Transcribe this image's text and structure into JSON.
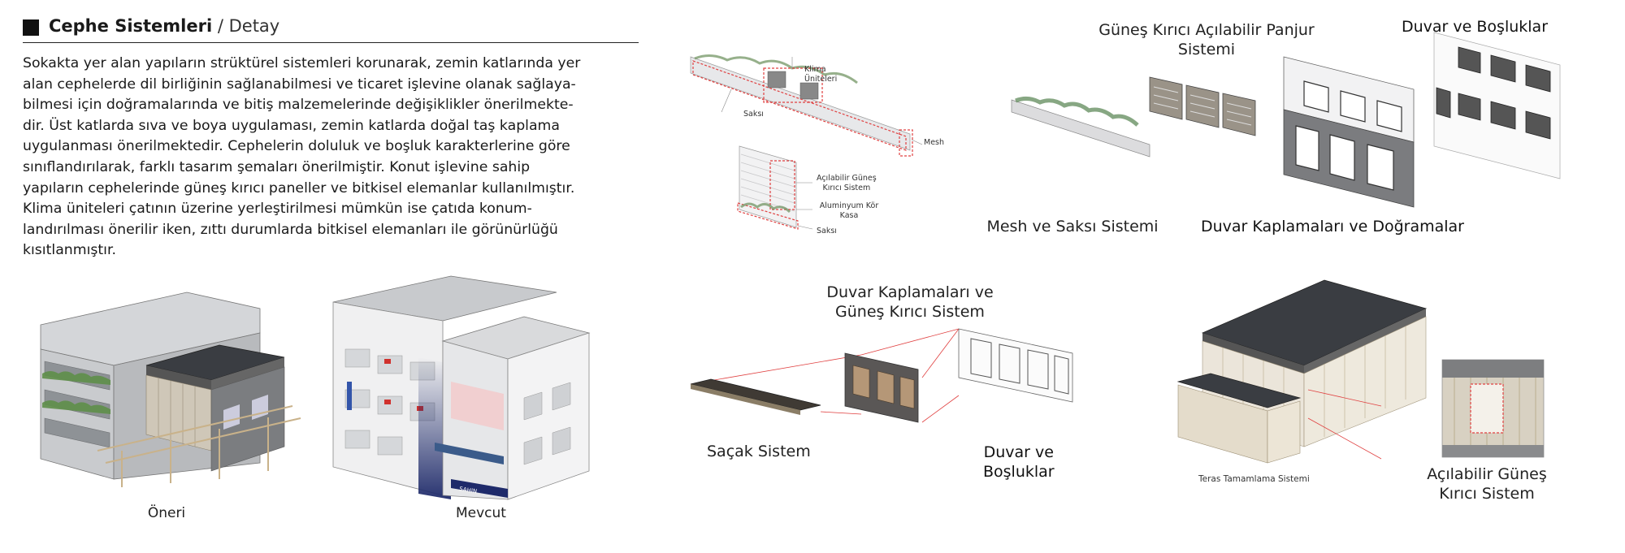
{
  "header": {
    "title": "Cephe Sistemleri",
    "subtitle": "/ Detay"
  },
  "paragraph": [
    "Sokakta yer alan yapıların strüktürel sistemleri korunarak, zemin katlarında yer",
    "alan cephelerde dil birliğinin sağlanabilmesi ve ticaret işlevine olanak sağlaya-",
    "bilmesi için doğramalarında ve bitiş malzemelerinde değişiklikler önerilmekte-",
    "dir. Üst katlarda sıva ve boya uygulaması, zemin katlarda doğal taş kaplama",
    "uygulanması önerilmektedir. Cephelerin doluluk ve boşluk karakterlerine göre",
    "sınıflandırılarak, farklı tasarım şemaları önerilmiştir. Konut işlevine sahip",
    "yapıların cephelerinde güneş kırıcı paneller ve bitkisel elemanlar kullanılmıştır.",
    "Klima üniteleri çatının üzerine yerleştirilmesi mümkün ise çatıda konum-",
    "landırılması önerilir iken, zıttı durumlarda bitkisel elemanları ile görünürlüğü",
    "kısıtlanmıştır."
  ],
  "buildings": {
    "proposal_caption": "Öneri",
    "existing_caption": "Mevcut",
    "sign_text": "SAHIN"
  },
  "mesh_detail": {
    "klima": [
      "Klima",
      "Üniteleri"
    ],
    "saksi": "Saksı",
    "mesh": "Mesh",
    "panel": [
      "Açılabilir Güneş",
      "Kırıcı Sistem"
    ],
    "kasa": [
      "Aluminyum Kör",
      "Kasa"
    ],
    "saksi2": "Saksı"
  },
  "systems": {
    "panjur": [
      "Güneş Kırıcı Açılabilir Panjur",
      "Sistemi"
    ],
    "duvar_bosluk_top": "Duvar ve Boşluklar",
    "mesh_saksi": "Mesh ve Saksı Sistemi",
    "duvar_kaplama": "Duvar Kaplamaları ve Doğramalar",
    "kaplama_gunes": [
      "Duvar Kaplamaları ve",
      "Güneş Kırıcı Sistem"
    ],
    "sacak": "Saçak Sistem",
    "duvar_bosluk_bottom": [
      "Duvar ve",
      "Boşluklar"
    ],
    "teras": "Teras Tamamlama Sistemi",
    "acilabilir": [
      "Açılabilir Güneş",
      "Kırıcı Sistem"
    ]
  },
  "colors": {
    "red_leader": "#e04040",
    "roof_dark": "#3a3d42",
    "glass_blue": "#1e2a6a"
  }
}
